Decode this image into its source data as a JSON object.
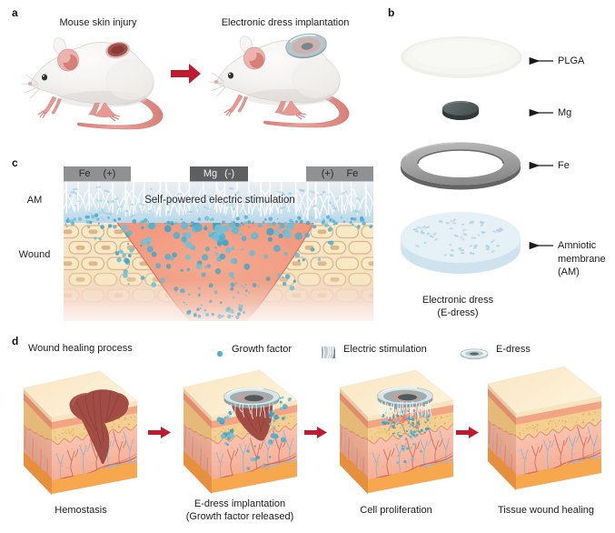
{
  "figure": {
    "panel_letters": {
      "a": "a",
      "b": "b",
      "c": "c",
      "d": "d"
    },
    "panel_a": {
      "label_left": "Mouse skin injury",
      "label_right": "Electronic dress implantation"
    },
    "panel_b": {
      "labels": {
        "plga": "PLGA",
        "mg": "Mg",
        "fe": "Fe",
        "am_line1": "Amniotic",
        "am_line2": "membrane",
        "am_line3": "(AM)"
      },
      "caption_line1": "Electronic dress",
      "caption_line2": "(E-dress)"
    },
    "panel_c": {
      "electrode_left": {
        "metal": "Fe",
        "polarity": "(+)"
      },
      "electrode_center": {
        "metal": "Mg",
        "polarity": "(-)"
      },
      "electrode_right": {
        "polarity": "(+)",
        "metal": "Fe"
      },
      "stimulation_text": "Self-powered electric stimulation",
      "label_am": "AM",
      "label_wound": "Wound"
    },
    "panel_d": {
      "title": "Wound healing process",
      "legend": [
        {
          "label": "Growth factor"
        },
        {
          "label": "Electric stimulation"
        },
        {
          "label": "E-dress"
        }
      ],
      "steps": [
        {
          "caption": "Hemostasis"
        },
        {
          "caption_line1": "E-dress implantation",
          "caption_line2": "(Growth factor released)"
        },
        {
          "caption": "Cell proliferation"
        },
        {
          "caption": "Tissue wound healing"
        }
      ]
    },
    "colors": {
      "arrow_red": "#c11a2e",
      "growth_factor_blue": "#56b1cf",
      "wound_dark_red": "#a14c44",
      "am_light_blue": "#d9e9f3"
    }
  }
}
